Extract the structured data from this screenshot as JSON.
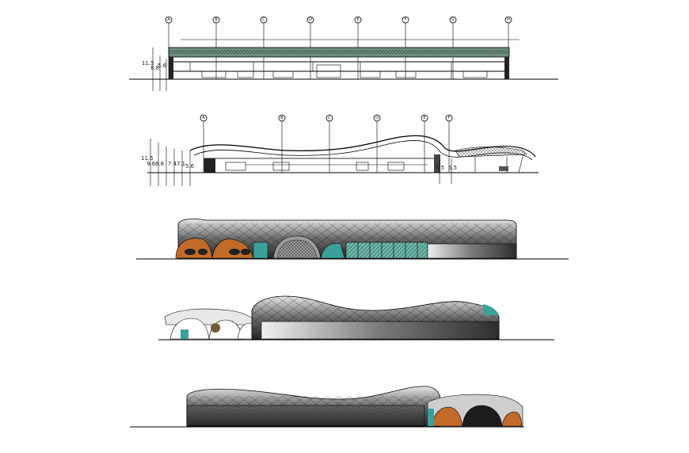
{
  "sections": [
    {
      "id": "section-a",
      "dims": [
        "11.5",
        "8.8",
        "5.6"
      ],
      "grid_bubbles": [
        "A",
        "B",
        "C",
        "D",
        "E",
        "F",
        "G",
        "H"
      ]
    },
    {
      "id": "section-b",
      "dims": [
        "11.5",
        "9.6",
        "8.8",
        "7.4",
        "7.1",
        "5.6",
        "5.5",
        "5.5"
      ],
      "grid_bubbles": [
        "A",
        "B",
        "C",
        "D",
        "E",
        "F"
      ]
    }
  ],
  "elevations": [
    {
      "id": "elevation-front"
    },
    {
      "id": "elevation-side-left"
    },
    {
      "id": "elevation-side-right"
    }
  ],
  "colors": {
    "roof_dark": "#3a3a3a",
    "roof_light": "#d8d8d8",
    "teal": "#3aa09a",
    "orange": "#c26a2a",
    "glass": "#6fb5a8"
  }
}
